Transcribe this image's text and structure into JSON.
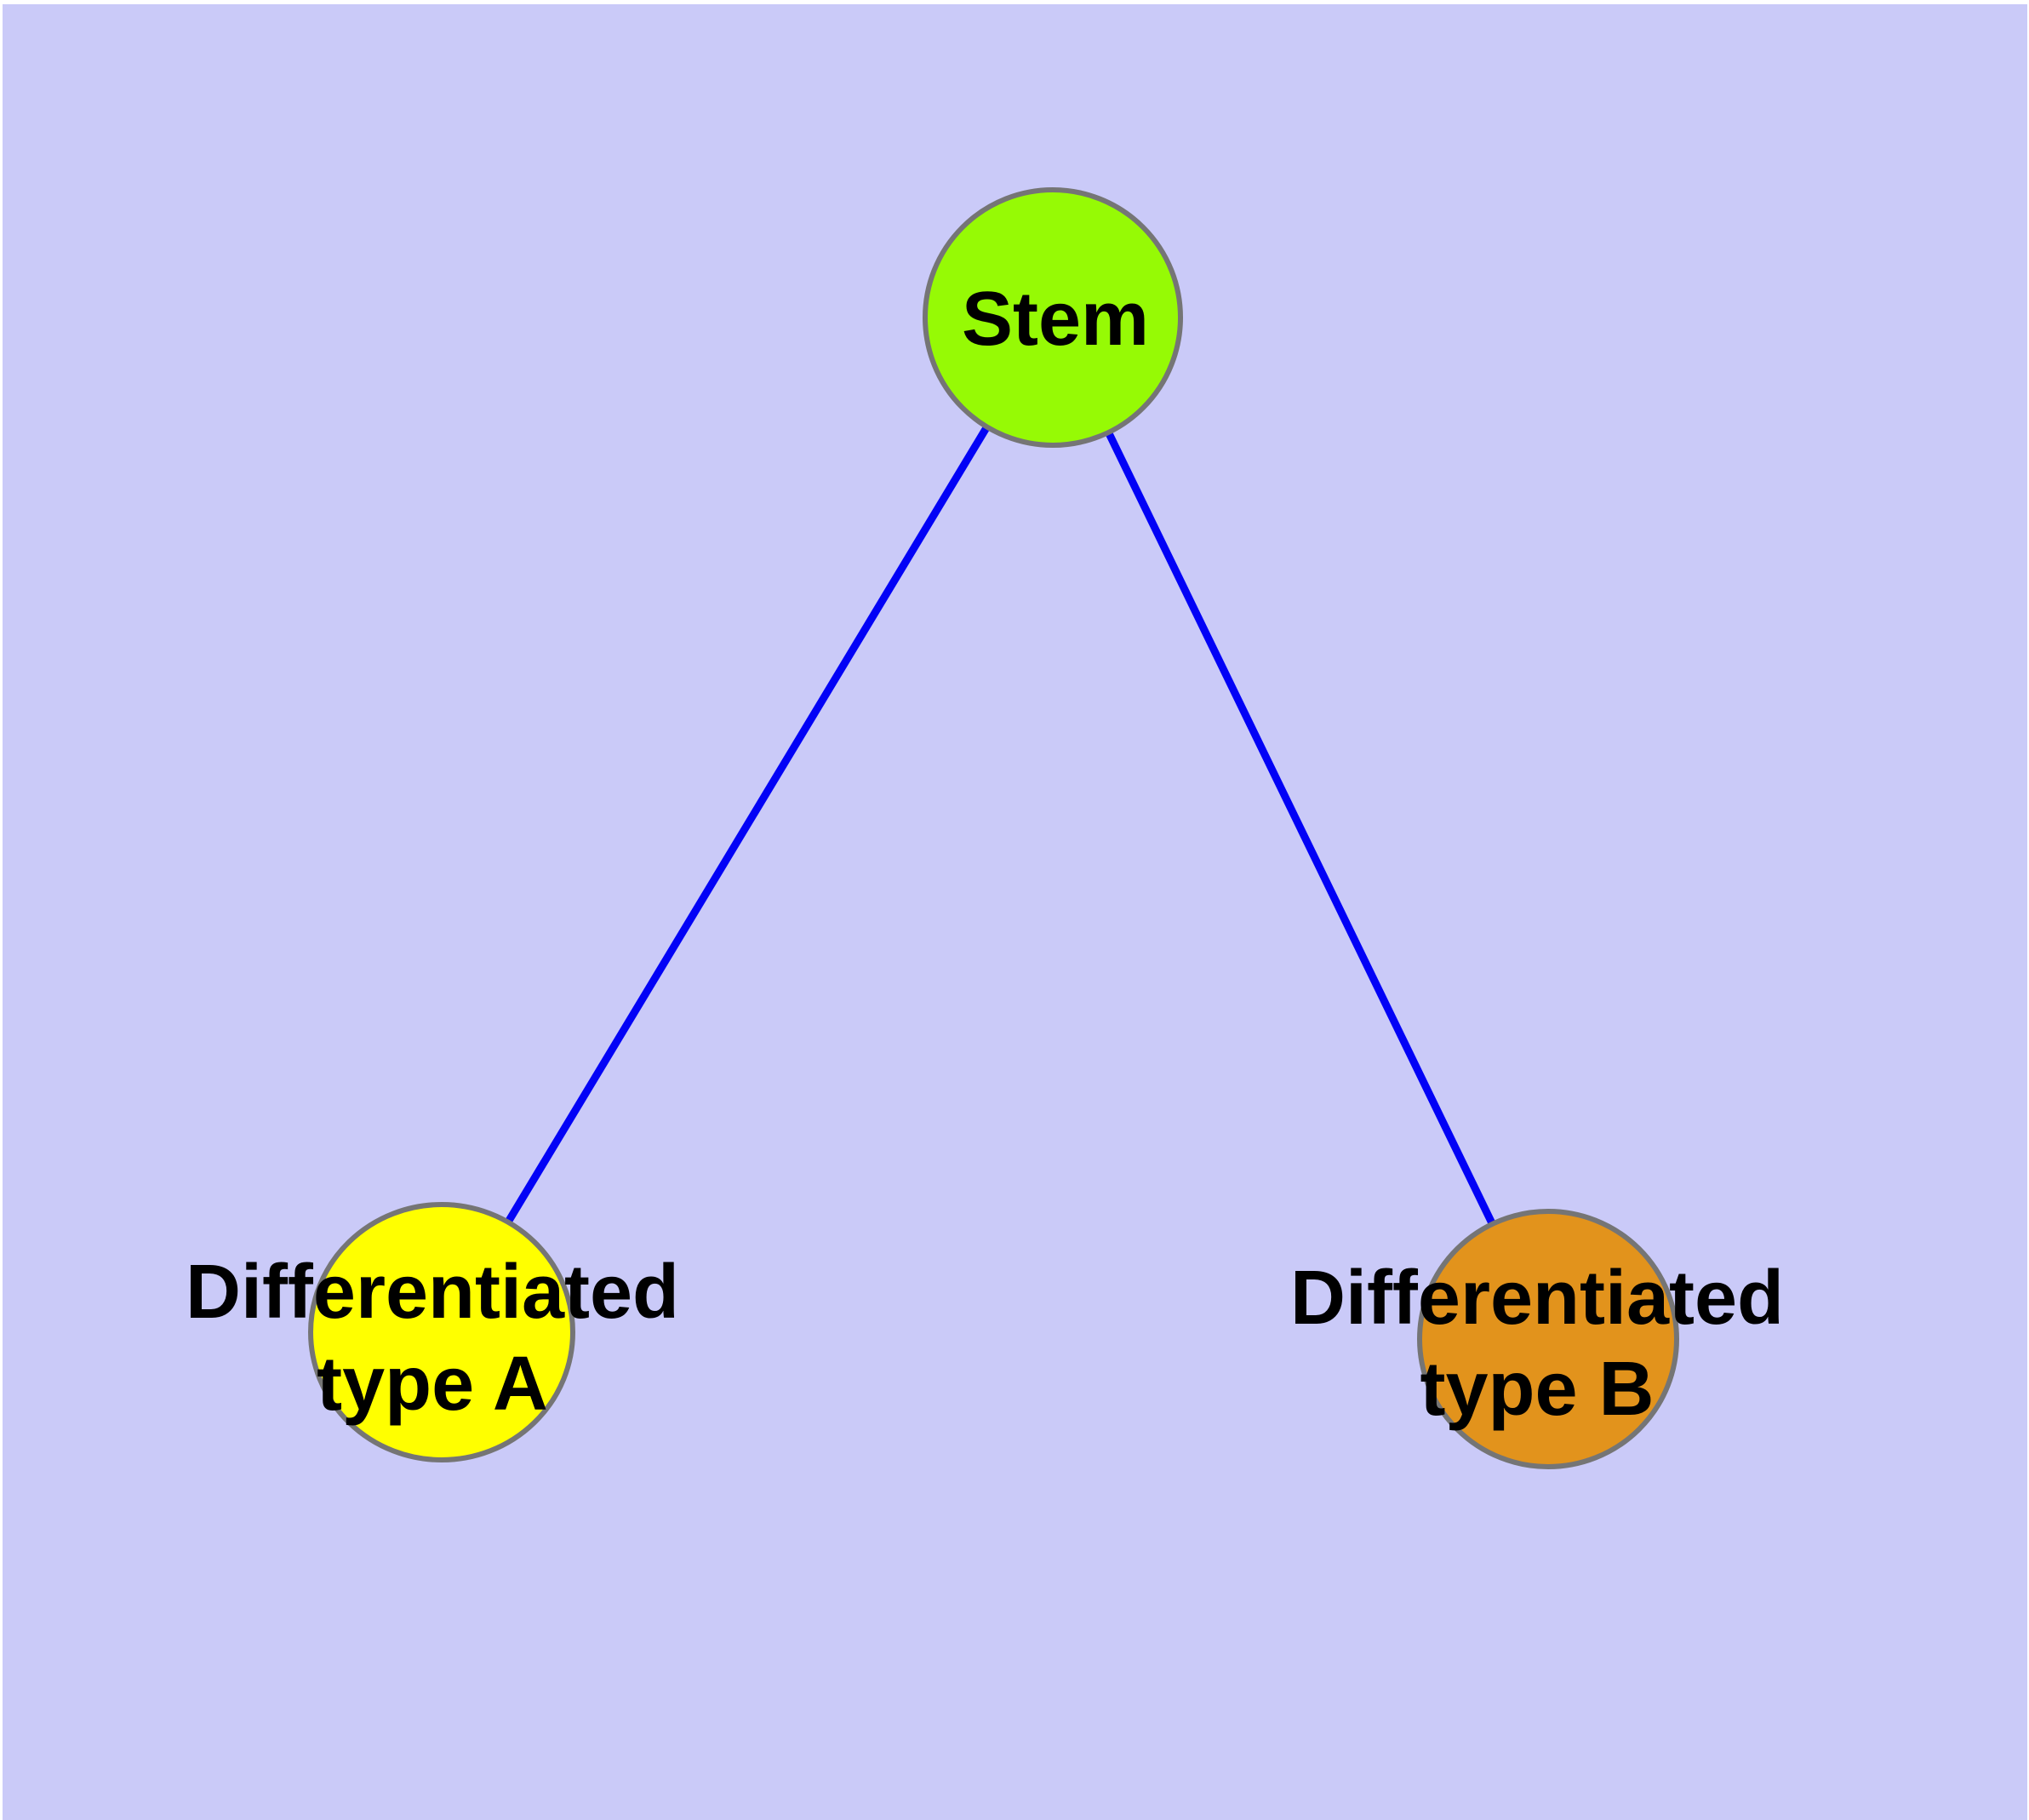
{
  "diagram": {
    "type": "node-link-graph",
    "background_color": "#CACAF8",
    "edge_color": "#0202F6",
    "node_border_color": "#757575",
    "text_color": "#000000",
    "nodes": [
      {
        "id": "stem",
        "label": "Stem",
        "fill": "#96FA05"
      },
      {
        "id": "differentiated-type-a",
        "label_line1": "Differentiated",
        "label_line2": "type A",
        "fill": "#FFFF00"
      },
      {
        "id": "differentiated-type-b",
        "label_line1": "Differentiated",
        "label_line2": "type B",
        "fill": "#E2931C"
      }
    ],
    "edges": [
      {
        "from": "stem",
        "to": "differentiated-type-a"
      },
      {
        "from": "stem",
        "to": "differentiated-type-b"
      }
    ]
  }
}
